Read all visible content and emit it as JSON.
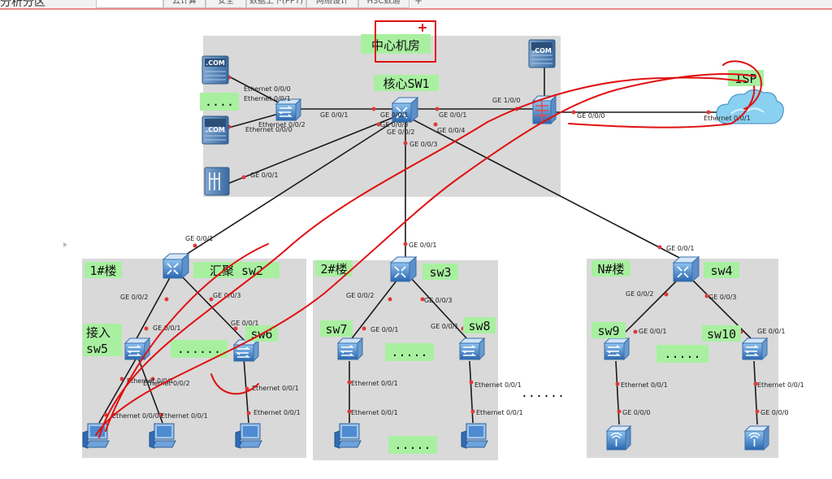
{
  "window": {
    "title": "分析分区",
    "tabs": [
      "云计算",
      "安全",
      "数据上下(PPT)",
      "网络设计",
      "H3C数通"
    ],
    "new_tab_label": "+"
  },
  "zones": {
    "core": "中心机房",
    "bldg1": "1#楼",
    "bldg2": "2#楼",
    "bldgN": "N#楼"
  },
  "nodes": {
    "server_top": ".COM",
    "server_mid": ".COM",
    "firewall_server": ".COM",
    "ellipsis_servers": "....",
    "core_sw": "核心SW1",
    "isp": "ISP",
    "sw2": "汇聚 sw2",
    "sw3": "sw3",
    "sw4": "sw4",
    "sw5_line1": "接入",
    "sw5_line2": "sw5",
    "sw6": "sw6",
    "sw7": "sw7",
    "sw8": "sw8",
    "sw9": "sw9",
    "sw10": "sw10",
    "dots_b1": "......",
    "dots_b2": ".....",
    "dots_b2_pc": ".....",
    "dots_bN": ".....",
    "dots_between": "......"
  },
  "ports": {
    "s1_e000": "Ethernet 0/0/0",
    "s1_e001": "Ethernet 0/0/1",
    "s1_e002": "Ethernet 0/0/2",
    "s1_e000b": "Ethernet 0/0/0",
    "acc_ge001": "GE 0/0/1",
    "core_ge001a": "GE 0/0/1",
    "core_ge003": "GE 0/0/3",
    "core_ge002": "GE 0/0/2",
    "core_ge004": "GE 0/0/4",
    "core_ge003b": "GE 0/0/3",
    "core_ge001b": "GE 0/0/1",
    "fw_ge100": "GE 1/0/0",
    "fw_ge000": "GE 0/0/0",
    "isp_e001": "Ethernet 0/0/1",
    "store_ge001": "GE 0/0/1",
    "sw2_ge001": "GE 0/0/1",
    "sw2_ge002": "GE 0/0/2",
    "sw2_ge003": "GE 0/0/3",
    "sw5_ge001": "GE 0/0/1",
    "sw6_ge001": "GE 0/0/1",
    "sw5_e001": "Ethernet 0/0/1",
    "sw5_e002": "Ethernet 0/0/2",
    "sw5_e000": "Ethernet 0/0/0",
    "pc2_e001": "Ethernet 0/0/1",
    "sw6_e001": "Ethernet 0/0/1",
    "pc3_e001": "Ethernet 0/0/1",
    "sw3_ge001": "GE 0/0/1",
    "sw3_ge002": "GE 0/0/2",
    "sw3_ge003": "GE 0/0/3",
    "sw7_ge001": "GE 0/0/1",
    "sw8_ge001": "GE 0/0/1",
    "sw7_e001": "Ethernet 0/0/1",
    "pc4_e001": "Ethernet 0/0/1",
    "sw8_e001": "Ethernet 0/0/1",
    "pc5_e001": "Ethernet 0/0/1",
    "sw4_ge001": "GE 0/0/1",
    "sw4_ge002": "GE 0/0/2",
    "sw4_ge003": "GE 0/0/3",
    "sw9_ge001": "GE 0/0/1",
    "sw10_ge001": "GE 0/0/1",
    "sw9_e001": "Ethernet 0/0/1",
    "ap1_ge000": "GE 0/0/0",
    "sw10_e001": "Ethernet 0/0/1",
    "ap2_ge000": "GE 0/0/0"
  },
  "colors": {
    "zone_fill": "#d9d9d9",
    "label_bg": "#a8f0a0",
    "link": "#1a1a1a",
    "port_dot": "#e0393a",
    "annotation": "#e01010",
    "device_blue": "#2f6fb8"
  },
  "icons": {
    "server": "server-icon",
    "switch": "switch-icon",
    "core": "core-switch-icon",
    "firewall": "firewall-icon",
    "cloud": "cloud-icon",
    "pc": "pc-icon",
    "ap": "access-point-icon",
    "storage": "storage-icon"
  }
}
